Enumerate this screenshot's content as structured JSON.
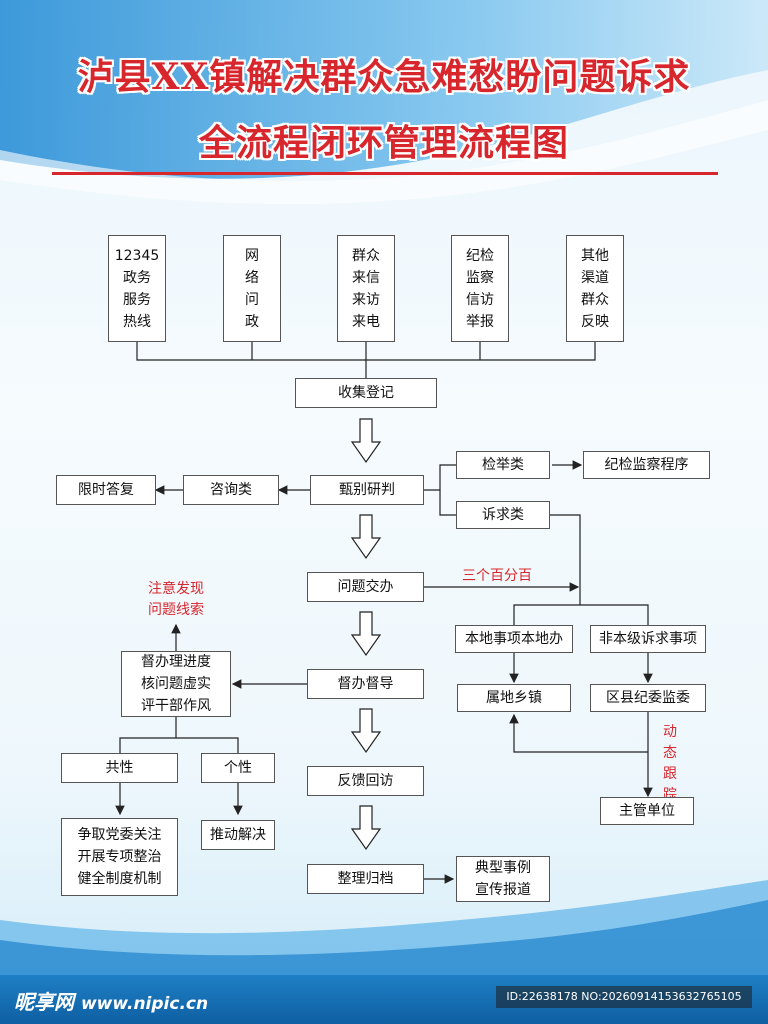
{
  "header": {
    "title_line1": "泸县XX镇解决群众急难愁盼问题诉求",
    "title_line2": "全流程闭环管理流程图"
  },
  "sources": [
    {
      "label": "12345\n政务\n服务\n热线"
    },
    {
      "label": "网\n络\n问\n政"
    },
    {
      "label": "群众\n来信\n来访\n来电"
    },
    {
      "label": "纪检\n监察\n信访\n举报"
    },
    {
      "label": "其他\n渠道\n群众\n反映"
    }
  ],
  "flow": {
    "collect": "收集登记",
    "screen": "甄别研判",
    "consult": "咨询类",
    "reply": "限时答复",
    "report": "检举类",
    "discipline_proc": "纪检监察程序",
    "appeal": "诉求类",
    "assign": "问题交办",
    "three_percent": "三个百分百",
    "local": "本地事项本地办",
    "nonlocal": "非本级诉求事项",
    "town": "属地乡镇",
    "county": "区县纪委监委",
    "dynamic": "动\n态\n跟\n踪",
    "authority": "主管单位",
    "supervise": "督办督导",
    "clue": "注意发现\n问题线索",
    "supervise_detail": "督办理进度\n核问题虚实\n评干部作风",
    "common": "共性",
    "individual": "个性",
    "common_action": "争取党委关注\n开展专项整治\n健全制度机制",
    "individual_action": "推动解决",
    "feedback": "反馈回访",
    "archive": "整理归档",
    "typical": "典型事例\n宣传报道"
  },
  "footer": {
    "logo": "昵享网",
    "url": "www.nipic.cn",
    "watermark": "ID:22638178 NO:20260914153632765105"
  }
}
